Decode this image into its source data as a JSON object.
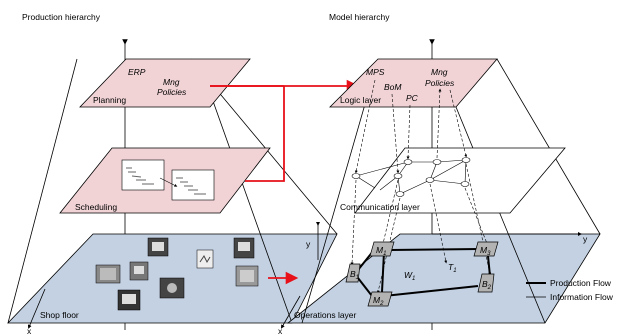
{
  "headers": {
    "left": "Production hierarchy",
    "right": "Model hierarchy"
  },
  "left_pyramid": {
    "planning": {
      "label": "Planning",
      "items": [
        "ERP",
        "Mng",
        "Policies"
      ]
    },
    "scheduling": {
      "label": "Scheduling"
    },
    "shop_floor": {
      "label": "Shop floor"
    }
  },
  "right_pyramid": {
    "logic_layer": {
      "label": "Logic layer",
      "items": [
        "MPS",
        "BoM",
        "PC",
        "Mng",
        "Policies"
      ]
    },
    "communication_layer": {
      "label": "Communication layer"
    },
    "operations_layer": {
      "label": "Operations layer"
    }
  },
  "axes": {
    "x": "x",
    "y": "y"
  },
  "nodes": {
    "b1": "B",
    "b1_sub": "1",
    "m1": "M",
    "m1_sub": "1",
    "m2": "M",
    "m2_sub": "2",
    "m3": "M",
    "m3_sub": "3",
    "b2": "B",
    "b2_sub": "2",
    "w1": "W",
    "w1_sub": "1",
    "t1": "T",
    "t1_sub": "1"
  },
  "legend": [
    {
      "label": "Production Flow",
      "style": "thick"
    },
    {
      "label": "Information Flow",
      "style": "thin"
    }
  ],
  "colors": {
    "pink": "#f1d3d6",
    "blue": "#c3d1e2",
    "red": "#e8111a"
  }
}
